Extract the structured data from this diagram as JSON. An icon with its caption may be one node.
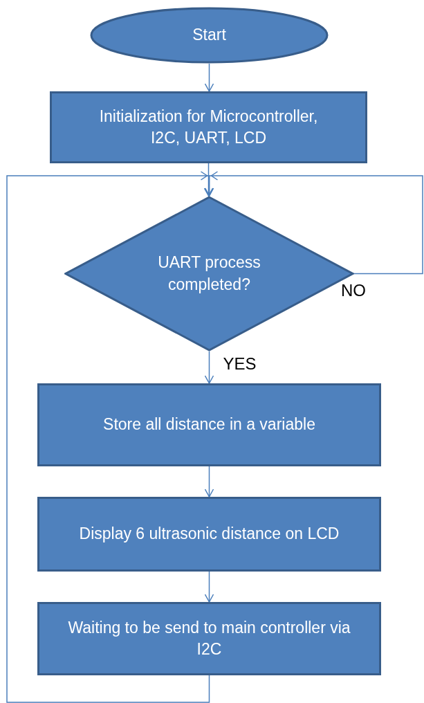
{
  "diagram": {
    "nodes": [
      {
        "text": [
          "Start"
        ]
      },
      {
        "text": [
          "Initialization for Microcontroller, I2C, UART, LCD"
        ]
      },
      {
        "text": [
          "UART process completed?"
        ]
      },
      {
        "text": [
          "Store all distance in a variable"
        ]
      },
      {
        "text": [
          "Display 6 ultrasonic distance on LCD"
        ]
      },
      {
        "text": [
          "Waiting to be send to main controller via I2C"
        ]
      }
    ],
    "edges": [
      {
        "from": 0,
        "to": 1,
        "arrow": "to"
      },
      {
        "from": 1,
        "to": 2,
        "arrow": "to"
      },
      {
        "from": 2,
        "to": 3,
        "arrow": "to",
        "label": "YES"
      },
      {
        "from": 3,
        "to": 4,
        "arrow": "to"
      },
      {
        "from": 4,
        "to": 5,
        "arrow": "to"
      },
      {
        "from": 5,
        "to": 2,
        "arrow": "to"
      },
      {
        "from": 2,
        "to": 2,
        "arrow": "to",
        "label": "NO"
      }
    ]
  }
}
